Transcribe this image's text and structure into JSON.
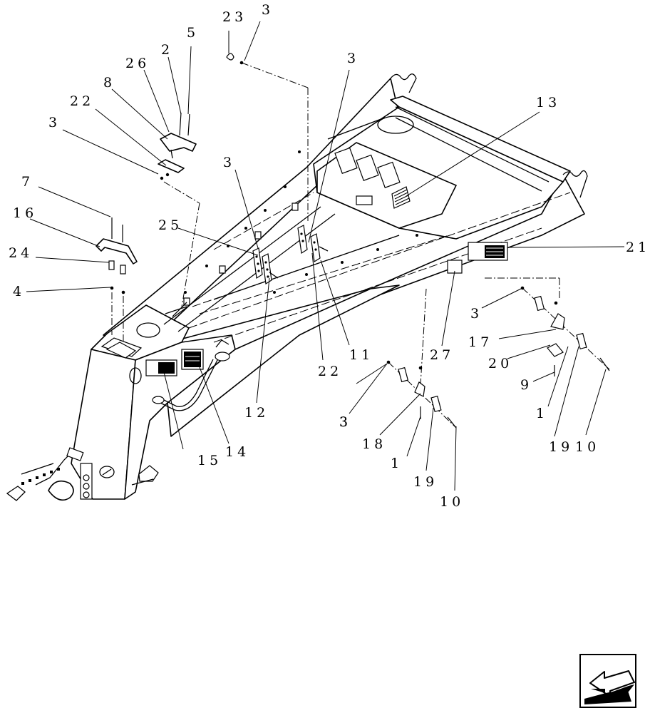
{
  "callouts": [
    "23",
    "3",
    "5",
    "2",
    "26",
    "8",
    "22",
    "3",
    "3",
    "13",
    "7",
    "16",
    "3",
    "25",
    "24",
    "4",
    "21",
    "3",
    "27",
    "11",
    "22",
    "17",
    "20",
    "3",
    "12",
    "9",
    "15",
    "14",
    "3",
    "18",
    "1",
    "1",
    "19",
    "10",
    "19",
    "10"
  ],
  "nav": {
    "icon": "arrow-back-icon"
  }
}
